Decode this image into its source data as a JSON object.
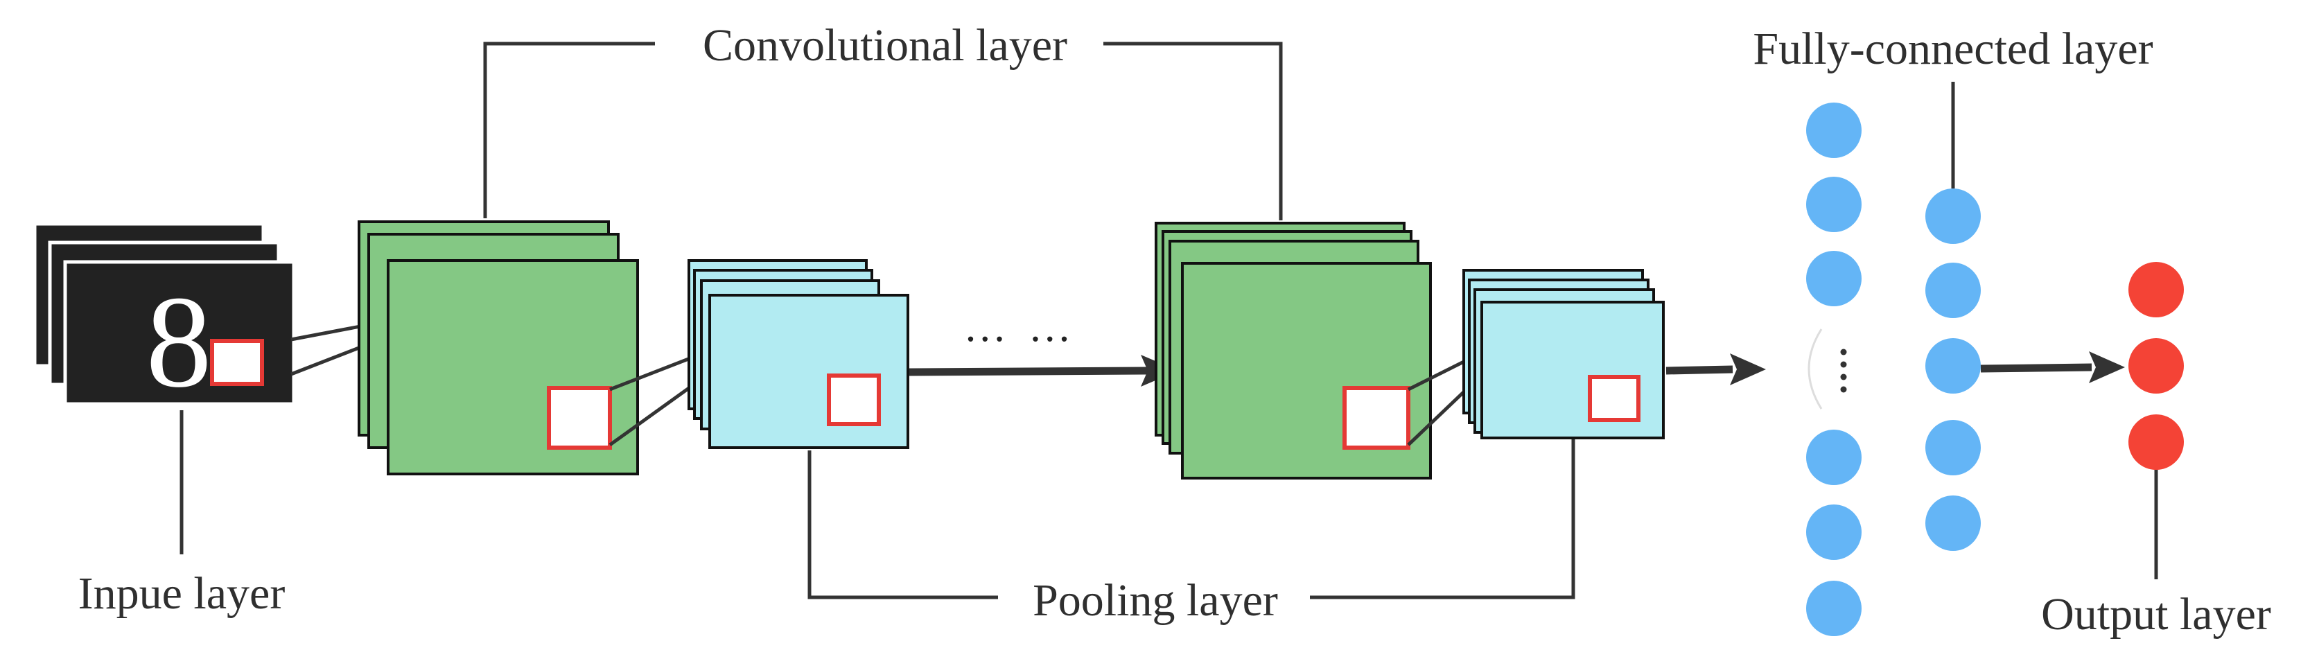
{
  "labels": {
    "convolutional": "Convolutional layer",
    "fully_connected": "Fully-connected layer",
    "input": "Inpue layer",
    "pooling": "Pooling layer",
    "output": "Output layer"
  },
  "input_digit": "8",
  "ellipsis": "… …",
  "colors": {
    "input_map": "#222222",
    "conv_map": "#84c884",
    "pool_map": "#b2ebf2",
    "fc_node": "#64b5f6",
    "output_node": "#f44336",
    "kernel_window": "#e53935",
    "line": "#333333"
  }
}
